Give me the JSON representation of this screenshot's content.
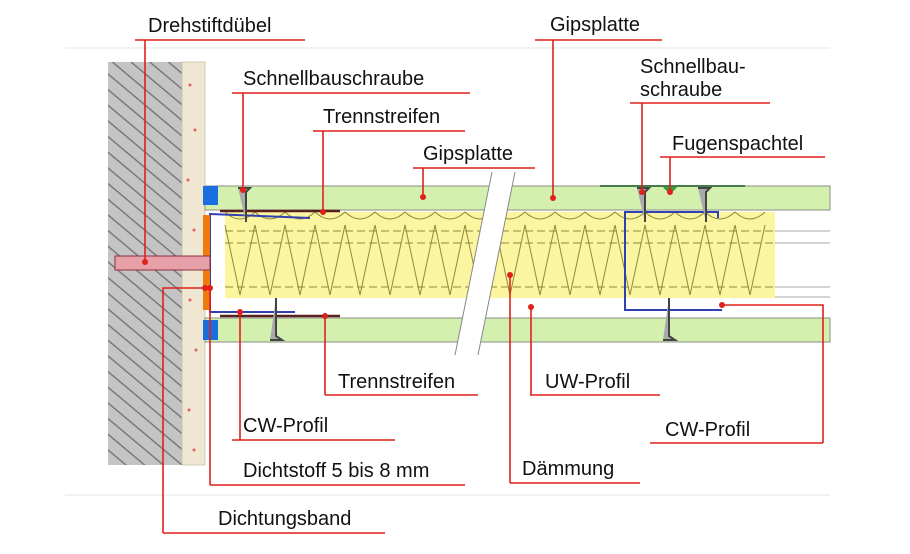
{
  "labels": {
    "drehstiftduebel": "Drehstiftdübel",
    "gipsplatte_top": "Gipsplatte",
    "schnellbauschraube_left": "Schnellbauschraube",
    "trennstreifen_top": "Trennstreifen",
    "gipsplatte_mid": "Gipsplatte",
    "schnellbauschraube_right_1": "Schnellbau-",
    "schnellbauschraube_right_2": "schraube",
    "fugenspachtel": "Fugenspachtel",
    "trennstreifen_bottom": "Trennstreifen",
    "uw_profil": "UW-Profil",
    "cw_profil_left": "CW-Profil",
    "cw_profil_right": "CW-Profil",
    "dichtstoff": "Dichtstoff 5 bis 8 mm",
    "daemmung": "Dämmung",
    "dichtungsband": "Dichtungsband"
  },
  "colors": {
    "leader": "#e0201a",
    "board": "#d3f0ae",
    "insulation": "#fbf5a0",
    "profile": "#3040b0",
    "plaster": "#efe7d2",
    "masonry": "#b8b8b8"
  }
}
